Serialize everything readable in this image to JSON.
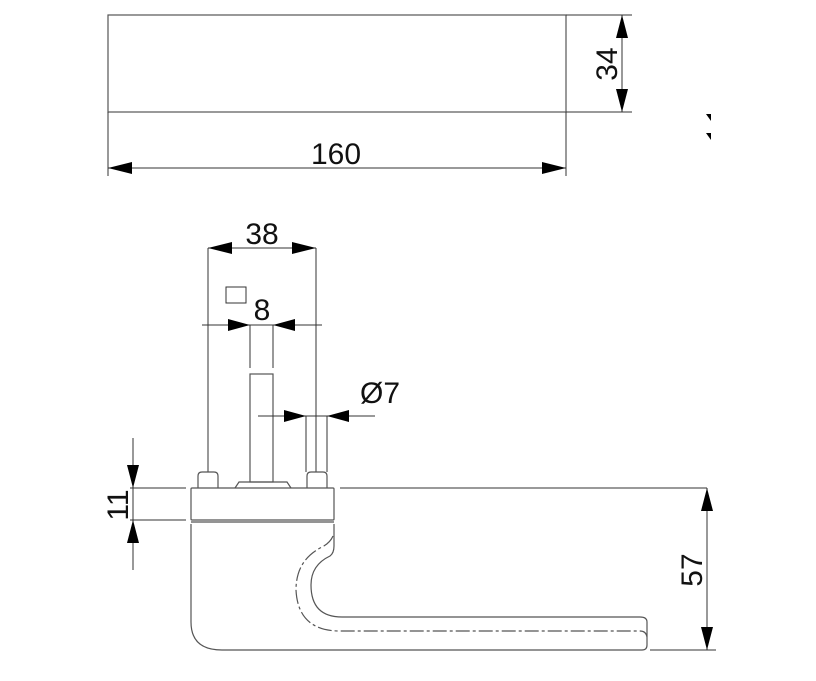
{
  "drawing": {
    "title": "Door handle dimension drawing",
    "dimensions": {
      "rose_height": "34",
      "rose_length": "160",
      "rose_depth": "38",
      "spindle": "8",
      "screw_diameter": "Ø7",
      "rose_thickness": "11",
      "handle_projection": "57"
    }
  }
}
